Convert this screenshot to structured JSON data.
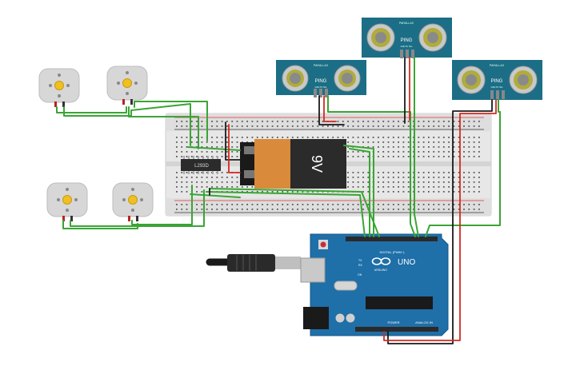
{
  "battery": {
    "label": "9V"
  },
  "driver_chip": {
    "label": "L293D"
  },
  "sensors": [
    {
      "name": "PING",
      "brand": "PARALLAX",
      "pins": "GND 5V SIG"
    },
    {
      "name": "PING",
      "brand": "PARALLAX",
      "pins": "GND 5V SIG"
    },
    {
      "name": "PING",
      "brand": "PARALLAX",
      "pins": "GND 5V SIG"
    }
  ],
  "arduino": {
    "model": "UNO",
    "brand": "ARDUINO",
    "digital_label": "DIGITAL (PWM~)",
    "power_label": "POWER",
    "analog_label": "ANALOG IN",
    "tx_label": "TX",
    "rx_label": "RX",
    "on_label": "ON"
  },
  "colors": {
    "wire_green": "#3aa535",
    "wire_black": "#1a1a1a",
    "wire_red": "#d42a20",
    "board_blue": "#1f6fa8",
    "sensor_teal": "#1c6e86",
    "battery_orange": "#d98a3a"
  }
}
